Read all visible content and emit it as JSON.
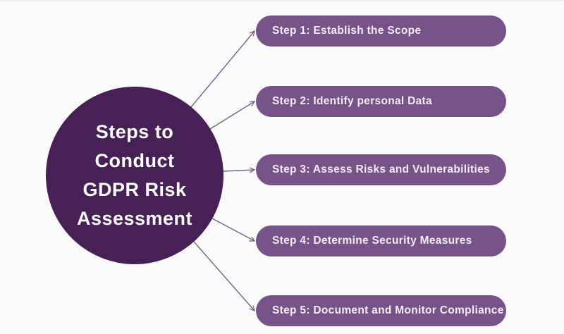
{
  "diagram": {
    "type": "hub-and-spoke process diagram",
    "background_color": "#fcfbfc",
    "center": {
      "title_lines": [
        "Steps to",
        "Conduct",
        "GDPR Risk",
        "Assessment"
      ],
      "fill_color": "#472156",
      "text_color": "#ffffff"
    },
    "steps": [
      {
        "label": "Step 1: Establish the Scope"
      },
      {
        "label": "Step 2: Identify personal Data"
      },
      {
        "label": "Step 3: Assess Risks and Vulnerabilities"
      },
      {
        "label": "Step 4: Determine Security Measures"
      },
      {
        "label": "Step 5: Document and Monitor Compliance"
      }
    ],
    "pill_style": {
      "fill_color": "#785389",
      "text_color": "#f3ecf4"
    },
    "connector": {
      "color": "#76618c",
      "arrowhead": "open-v"
    }
  }
}
